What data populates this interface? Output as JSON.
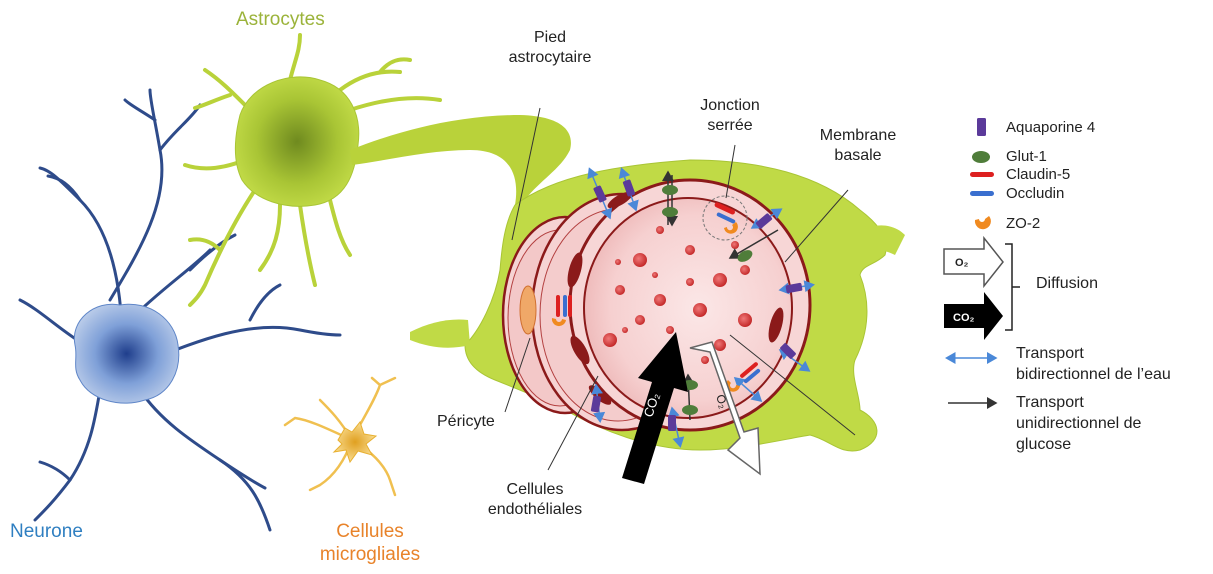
{
  "labels": {
    "astrocytes": "Astrocytes",
    "neurone": "Neurone",
    "microglia_line1": "Cellules",
    "microglia_line2": "microgliales",
    "pied_line1": "Pied",
    "pied_line2": "astrocytaire",
    "jonction_line1": "Jonction",
    "jonction_line2": "serrée",
    "membrane_line1": "Membrane",
    "membrane_line2": "basale",
    "pericyte": "Péricyte",
    "endo_line1": "Cellules",
    "endo_line2": "endothéliales",
    "co2_arrow": "CO₂",
    "o2_arrow": "O₂"
  },
  "legend": {
    "aquaporine": "Aquaporine 4",
    "glut1": "Glut-1",
    "claudin": "Claudin-5",
    "occludin": "Occludin",
    "zo2": "ZO-2",
    "o2_icon": "O₂",
    "co2_icon": "CO₂",
    "diffusion": "Diffusion",
    "water_line1": "Transport",
    "water_line2": "bidirectionnel de l’eau",
    "glucose_line1": "Transport",
    "glucose_line2": "unidirectionnel de",
    "glucose_line3": "glucose"
  },
  "colors": {
    "astrocyte": "#b9d23a",
    "astrocyte_label": "#9bb33a",
    "neuron": "#2e4b8a",
    "neuron_body": "#5f86c8",
    "neuron_label": "#2f7fc1",
    "microglia": "#f0c050",
    "microglia_label": "#e8832a",
    "vessel_wall": "#8b1a1a",
    "vessel_fill": "#f6d3d3",
    "blood_dot": "#d94040",
    "aquaporin": "#5b3a9a",
    "glut1": "#4f7d3a",
    "claudin": "#dd2020",
    "occludin": "#3a6fcf",
    "zo2": "#f08a20",
    "water_arrow": "#4a88d8",
    "glucose_arrow": "#333333"
  }
}
